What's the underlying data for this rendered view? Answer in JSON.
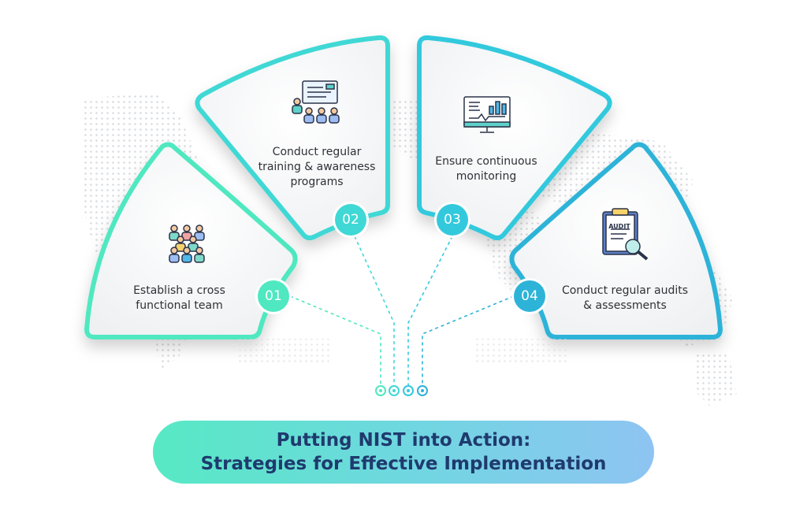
{
  "title": {
    "line1": "Putting NIST into Action:",
    "line2": "Strategies for Effective Implementation"
  },
  "steps": [
    {
      "number": "01",
      "text_line1": "Establish a cross",
      "text_line2": "functional team",
      "icon": "team-group-icon",
      "color": "#4fe8c0"
    },
    {
      "number": "02",
      "text_line1": "Conduct regular",
      "text_line2": "training & awareness",
      "text_line3": "programs",
      "icon": "training-presentation-icon",
      "color": "#3fd8d5"
    },
    {
      "number": "03",
      "text_line1": "Ensure continuous",
      "text_line2": "monitoring",
      "icon": "monitor-dashboard-icon",
      "color": "#33c9dd"
    },
    {
      "number": "04",
      "text_line1": "Conduct regular audits",
      "text_line2": "& assessments",
      "icon": "audit-clipboard-icon",
      "color": "#2db3d8"
    }
  ],
  "colors": {
    "text": "#2f3137",
    "title_text": "#1f3a6e",
    "banner_start": "#57e9c4",
    "banner_end": "#8ec4f2",
    "map_dots": "#d8dbdf"
  }
}
